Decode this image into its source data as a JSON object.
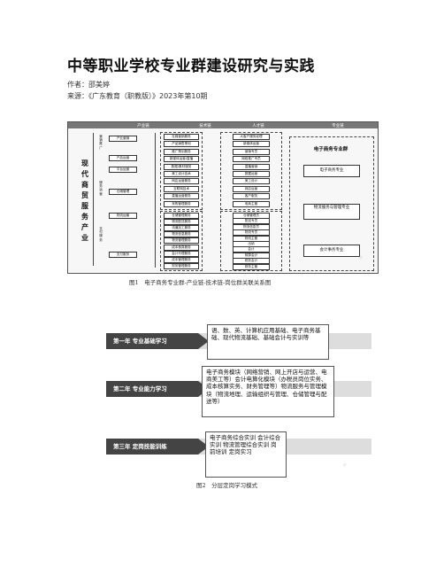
{
  "title": "中等职业学校专业群建设研究与实践",
  "author_line": "作者：邵美婷",
  "source_line": "来源：《广东教育（职教版）》2023年第10期",
  "figure1": {
    "col_headers": [
      "产业链",
      "技术链",
      "人才链",
      "专业链"
    ],
    "big_label": "现代商贸服务产业",
    "left_groups": [
      "营销推广",
      "服务运营",
      "支付服务"
    ],
    "industry_items": [
      "产业营销",
      "产品运营",
      "平台运营",
      "仓储管理",
      "物流运输",
      "支付服务"
    ],
    "tech_items": [
      "社媒营销服务",
      "产品销售策划",
      "推广策划服务",
      "新媒体运营/直播",
      "数据/素材服务",
      "美工设计技术",
      "网店运营服务",
      "互联网技术",
      "直播运营服务",
      "采购管理服务",
      "仓储管理服务",
      "物流配送服务",
      "流通加工服务",
      "物流信息服务",
      "物流管理服务",
      "成本核算服务",
      "会计代理服务",
      "成本管理服务",
      "财务管理服务"
    ],
    "talent_items": [
      "大客户服务经理",
      "新媒体运营",
      "营销专员",
      "网络推广专员",
      "直播营销",
      "数据运营",
      "美工设计",
      "网店运营",
      "客户服务",
      "电商主管",
      "仓储管理员",
      "配送专员",
      "物流信息员",
      "物流专员",
      "物流主管",
      "出纳",
      "会计",
      "核算会计",
      "税务会计",
      "财务主管"
    ],
    "cluster_title": "电子商务专业群",
    "majors": [
      "电子商务专业",
      "物流服务与管理专业",
      "会计事务专业"
    ],
    "caption": "图1　电子商务专业群-产业链-技术链-岗位群关联关系图"
  },
  "figure2": {
    "stages": [
      {
        "label": "第一年  专业基础学习",
        "desc": "语、数、英、计算机应用基础、电子商务基础、现代物流基础、基础会计与实训等"
      },
      {
        "label": "第二年  专业能力学习",
        "desc": "电子商务模块（网络营销、网上开店与运营、电商美工等）会计电算化模块（办税员岗位实务、成本核算实务、财务管理等）物流服务与管理模块（物流地理、运输组织与管理、仓储管理与配送等）"
      },
      {
        "label": "第三年  定岗技能训练",
        "desc": "电子商务综合实训 会计综合实训 物流管理综合实训 岗前培训 定岗实习"
      }
    ],
    "caption": "图2　分层定岗学习模式"
  }
}
